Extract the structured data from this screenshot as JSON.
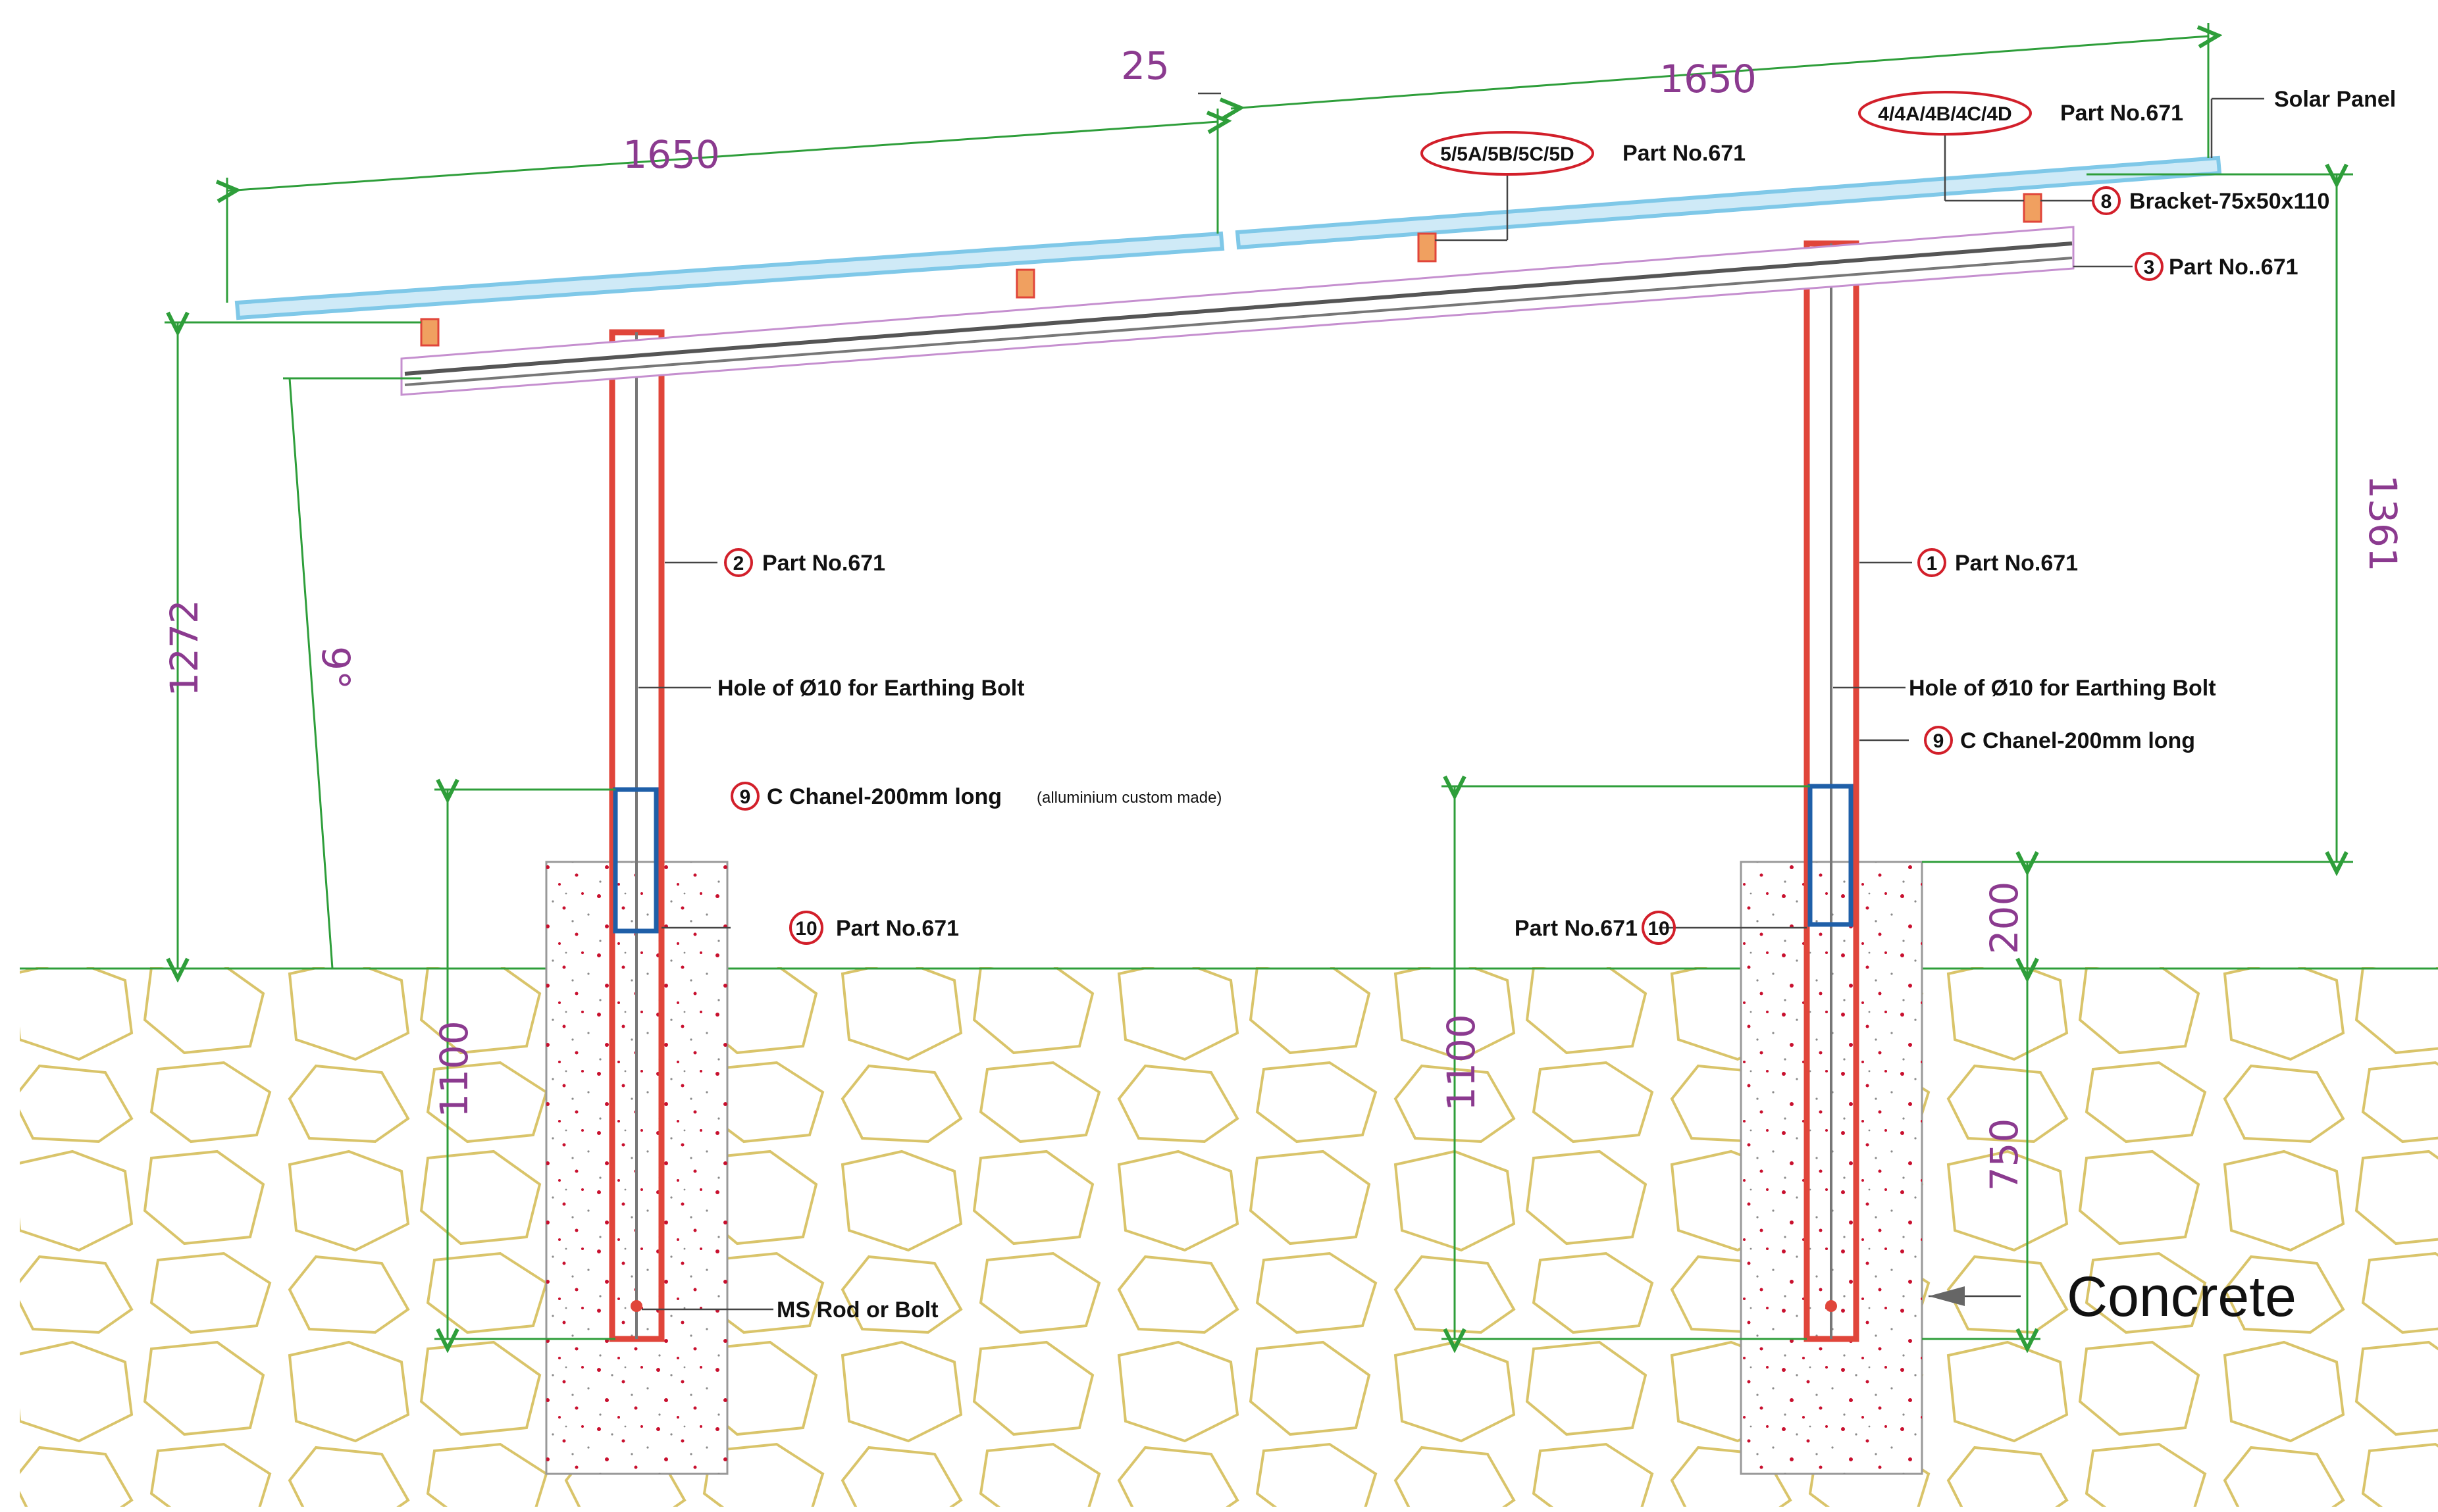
{
  "colors": {
    "dimension_text": "#8b3a8f",
    "dimension_line": "#2e9e3a",
    "panel": "#7fc8e8",
    "post": "#e0453a",
    "c_channel": "#1f5fa8",
    "ground": "#d9c46a",
    "concrete_speck": "#c8102e",
    "callout_circle": "#d21f2a"
  },
  "dimensions": {
    "panel_left": "1650",
    "panel_gap": "25",
    "panel_right": "1650",
    "left_height": "1272",
    "tilt": "9°",
    "right_height": "1361",
    "embed_left": "1100",
    "embed_right": "1100",
    "pedestal": "200",
    "footing": "750"
  },
  "labels": {
    "solar_panel": "Solar Panel",
    "part_4": {
      "num": "4/4A/4B/4C/4D",
      "text": "Part No.671"
    },
    "part_5": {
      "num": "5/5A/5B/5C/5D",
      "text": "Part No.671"
    },
    "bracket": {
      "num": "8",
      "text": "Bracket-75x50x110"
    },
    "part_3": {
      "num": "3",
      "text": "Part No..671"
    },
    "part_2": {
      "num": "2",
      "text": "Part No.671"
    },
    "part_1": {
      "num": "1",
      "text": "Part No.671"
    },
    "hole_left": "Hole of Ø10 for Earthing Bolt",
    "hole_right": "Hole of Ø10 for Earthing Bolt",
    "channel_left": {
      "num": "9",
      "text": "C Chanel-200mm long",
      "note": "(alluminium custom made)"
    },
    "channel_right": {
      "num": "9",
      "text": "C Chanel-200mm long"
    },
    "part_10_left": {
      "num": "10",
      "text": "Part No.671"
    },
    "part_10_right": {
      "num": "10",
      "text": "Part No.671"
    },
    "ms_rod": "MS Rod or Bolt",
    "concrete": "Concrete"
  }
}
